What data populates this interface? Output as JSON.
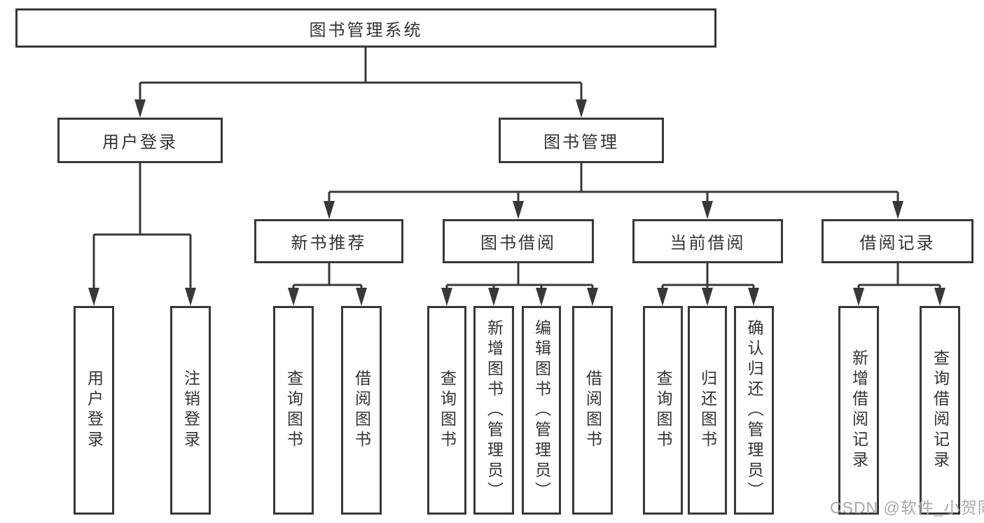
{
  "colors": {
    "line": "#383838",
    "box_border": "#383838",
    "text": "#333333",
    "watermark": "#a8a8a8",
    "background": "#ffffff"
  },
  "watermark": "CSDN @软件_小贺同学",
  "tree": {
    "root": "图书管理系统",
    "children": [
      {
        "label": "用户登录",
        "children": [
          {
            "label": "用户登录"
          },
          {
            "label": "注销登录"
          }
        ]
      },
      {
        "label": "图书管理",
        "children": [
          {
            "label": "新书推荐",
            "children": [
              {
                "label": "查询图书"
              },
              {
                "label": "借阅图书"
              }
            ]
          },
          {
            "label": "图书借阅",
            "children": [
              {
                "label": "查询图书"
              },
              {
                "label": "新增图书（管理员）"
              },
              {
                "label": "编辑图书（管理员）"
              },
              {
                "label": "借阅图书"
              }
            ]
          },
          {
            "label": "当前借阅",
            "children": [
              {
                "label": "查询图书"
              },
              {
                "label": "归还图书"
              },
              {
                "label": "确认归还（管理员）"
              }
            ]
          },
          {
            "label": "借阅记录",
            "children": [
              {
                "label": "新增借阅记录"
              },
              {
                "label": "查询借阅记录"
              }
            ]
          }
        ]
      }
    ]
  }
}
